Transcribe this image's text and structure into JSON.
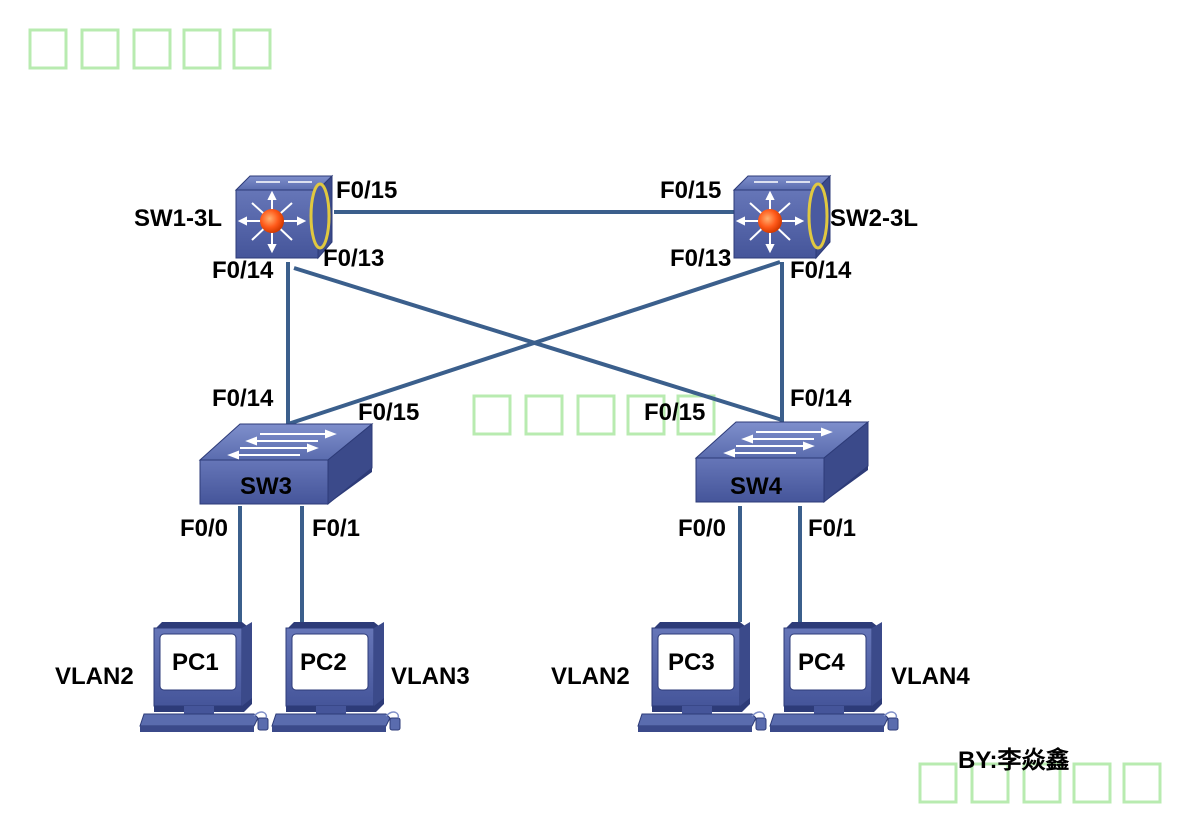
{
  "colors": {
    "link": "#3b5f8c",
    "device_blue": "#5a6cae",
    "watermark": "#b8ebb0",
    "router_core": "#ff5a1a"
  },
  "devices": {
    "sw1": {
      "label": "SW1-3L",
      "icon": "layer3-switch-icon"
    },
    "sw2": {
      "label": "SW2-3L",
      "icon": "layer3-switch-icon"
    },
    "sw3": {
      "label": "SW3",
      "icon": "workgroup-switch-icon"
    },
    "sw4": {
      "label": "SW4",
      "icon": "workgroup-switch-icon"
    },
    "pc1": {
      "label": "PC1",
      "vlan": "VLAN2",
      "icon": "pc-icon"
    },
    "pc2": {
      "label": "PC2",
      "vlan": "VLAN3",
      "icon": "pc-icon"
    },
    "pc3": {
      "label": "PC3",
      "vlan": "VLAN2",
      "icon": "pc-icon"
    },
    "pc4": {
      "label": "PC4",
      "vlan": "VLAN4",
      "icon": "pc-icon"
    }
  },
  "links": [
    {
      "from": "sw1",
      "from_port": "F0/15",
      "to": "sw2",
      "to_port": "F0/15"
    },
    {
      "from": "sw1",
      "from_port": "F0/14",
      "to": "sw3",
      "to_port": "F0/14"
    },
    {
      "from": "sw1",
      "from_port": "F0/13",
      "to": "sw4",
      "to_port": "F0/15"
    },
    {
      "from": "sw2",
      "from_port": "F0/13",
      "to": "sw3",
      "to_port": "F0/15"
    },
    {
      "from": "sw2",
      "from_port": "F0/14",
      "to": "sw4",
      "to_port": "F0/14"
    },
    {
      "from": "sw3",
      "from_port": "F0/0",
      "to": "pc1"
    },
    {
      "from": "sw3",
      "from_port": "F0/1",
      "to": "pc2"
    },
    {
      "from": "sw4",
      "from_port": "F0/0",
      "to": "pc3"
    },
    {
      "from": "sw4",
      "from_port": "F0/1",
      "to": "pc4"
    }
  ],
  "credit": "BY:李焱鑫"
}
